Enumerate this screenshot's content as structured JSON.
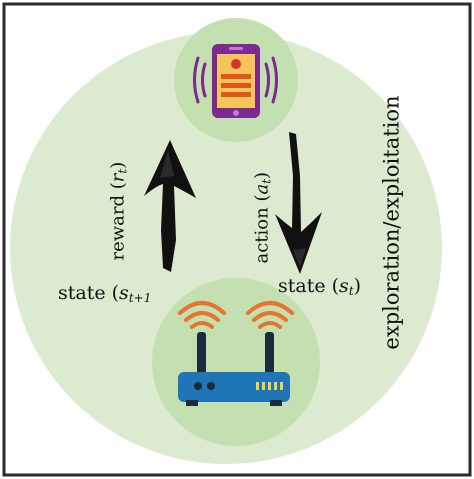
{
  "agent": {
    "icon": "smartphone-vibrating-icon"
  },
  "environment": {
    "icon": "wifi-router-icon"
  },
  "labels": {
    "reward_word": "reward (",
    "reward_var": "r",
    "reward_sub": "t",
    "action_word": "action (",
    "action_var": "a",
    "action_sub": "t",
    "state_next_word": "state (",
    "state_next_var": "s",
    "state_next_sub": "t+1",
    "state_cur_word": "state (",
    "state_cur_var": "s",
    "state_cur_sub": "t",
    "close_paren": ")",
    "side_label": "exploration/exploitation"
  },
  "colors": {
    "border": "#2b2b2b",
    "big_circle": "#dcebcf",
    "node_circle": "#c4dfb0",
    "phone_body": "#7b2a8f",
    "phone_screen": "#f6c55a",
    "phone_bars": "#e0561f",
    "phone_dot": "#d9302a",
    "router_body": "#1f76b6",
    "router_antenna": "#1b2b3a",
    "router_waves": "#e8732e",
    "router_leds": "#f6d24a",
    "arrow": "#111111"
  }
}
